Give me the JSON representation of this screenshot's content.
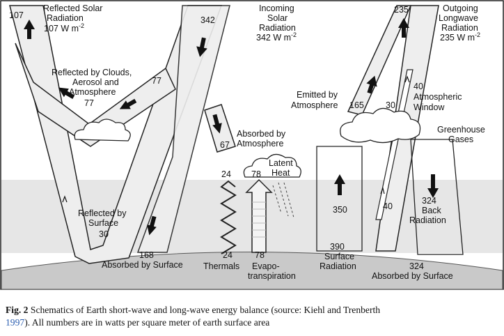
{
  "reflected_solar": {
    "value": "107",
    "title1": "Reflected Solar",
    "title2": "Radiation",
    "title3": "107 W m",
    "exp": "-2"
  },
  "incoming_solar": {
    "value": "342",
    "title1": "Incoming",
    "title2": "Solar",
    "title3": "Radiation",
    "title4": "342 W m",
    "exp": "-2"
  },
  "outgoing_longwave": {
    "value": "235",
    "title1": "Outgoing",
    "title2": "Longwave",
    "title3": "Radiation",
    "title4": "235 W m",
    "exp": "-2"
  },
  "reflected_clouds": {
    "line1": "Reflected by Clouds,",
    "line2": "Aerosol and",
    "line3": "Atmosphere",
    "value": "77",
    "branch_value": "77"
  },
  "absorbed_atmosphere": {
    "value": "67",
    "line1": "Absorbed by",
    "line2": "Atmosphere"
  },
  "emitted_atmosphere": {
    "line1": "Emitted by",
    "line2": "Atmosphere",
    "value": "165",
    "window_value": "30"
  },
  "atmospheric_window": {
    "value": "40",
    "line1": "Atmospheric",
    "line2": "Window",
    "lower_value": "40"
  },
  "greenhouse": {
    "line1": "Greenhouse",
    "line2": "Gases"
  },
  "latent_heat": {
    "value": "78",
    "line1": "Latent",
    "line2": "Heat"
  },
  "thermals": {
    "top_value": "24",
    "bottom_value": "24",
    "label": "Thermals"
  },
  "evapotranspiration": {
    "value": "78",
    "line1": "Evapo-",
    "line2": "transpiration"
  },
  "reflected_surface": {
    "line1": "Reflected by",
    "line2": "Surface",
    "value": "30"
  },
  "absorbed_surface": {
    "value": "168",
    "label": "Absorbed by Surface"
  },
  "surface_radiation": {
    "up_value": "350",
    "value": "390",
    "line1": "Surface",
    "line2": "Radiation"
  },
  "back_radiation": {
    "value": "324",
    "line1": "Back",
    "line2": "Radiation"
  },
  "absorbed_surface_right": {
    "value": "324",
    "label": "Absorbed by Surface"
  },
  "caption": {
    "fig": "Fig. 2",
    "text1": "  Schematics of Earth short-wave and long-wave energy balance (source: Kiehl and Trenberth",
    "ref_year": "1997",
    "text2": "). All numbers are in watts per square meter of earth surface area"
  },
  "colors": {
    "atmosphere_band": "#e6e6e6",
    "beam_fill": "#eeeeee",
    "earth": "#c9c9c9",
    "ink": "#111111",
    "link": "#2a5db0"
  }
}
